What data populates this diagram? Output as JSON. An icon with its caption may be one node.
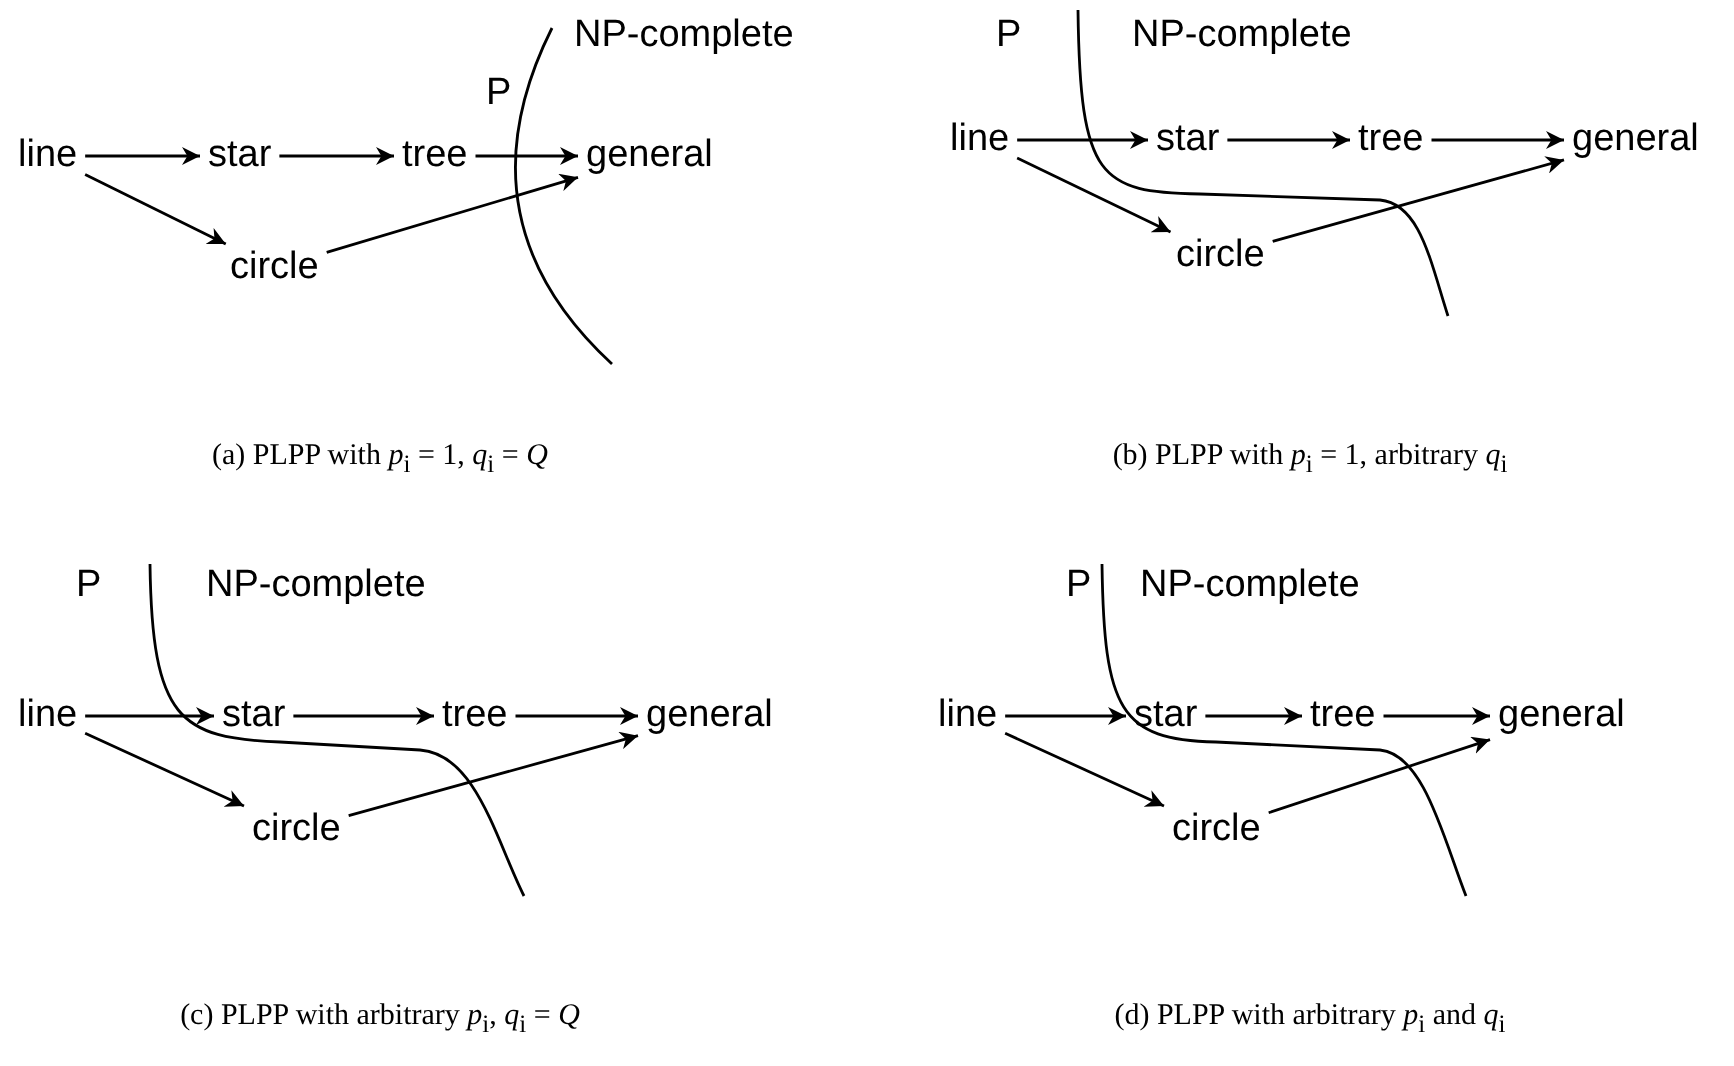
{
  "diagram": {
    "nodes": [
      {
        "text": [
          "line"
        ]
      },
      {
        "text": [
          "star"
        ]
      },
      {
        "text": [
          "tree"
        ]
      },
      {
        "text": [
          "general"
        ]
      },
      {
        "text": [
          "circle"
        ]
      },
      {
        "text": [
          "line"
        ]
      },
      {
        "text": [
          "star"
        ]
      },
      {
        "text": [
          "tree"
        ]
      },
      {
        "text": [
          "general"
        ]
      },
      {
        "text": [
          "circle"
        ]
      },
      {
        "text": [
          "line"
        ]
      },
      {
        "text": [
          "star"
        ]
      },
      {
        "text": [
          "tree"
        ]
      },
      {
        "text": [
          "general"
        ]
      },
      {
        "text": [
          "circle"
        ]
      },
      {
        "text": [
          "line"
        ]
      },
      {
        "text": [
          "star"
        ]
      },
      {
        "text": [
          "tree"
        ]
      },
      {
        "text": [
          "general"
        ]
      },
      {
        "text": [
          "circle"
        ]
      }
    ],
    "edges": [
      {
        "from": 0,
        "to": 1,
        "arrow": "to"
      },
      {
        "from": 1,
        "to": 2,
        "arrow": "to"
      },
      {
        "from": 2,
        "to": 3,
        "arrow": "to"
      },
      {
        "from": 0,
        "to": 4,
        "arrow": "to"
      },
      {
        "from": 4,
        "to": 3,
        "arrow": "to"
      },
      {
        "from": 5,
        "to": 6,
        "arrow": "to"
      },
      {
        "from": 6,
        "to": 7,
        "arrow": "to"
      },
      {
        "from": 7,
        "to": 8,
        "arrow": "to"
      },
      {
        "from": 5,
        "to": 9,
        "arrow": "to"
      },
      {
        "from": 9,
        "to": 8,
        "arrow": "to"
      },
      {
        "from": 10,
        "to": 11,
        "arrow": "to"
      },
      {
        "from": 11,
        "to": 12,
        "arrow": "to"
      },
      {
        "from": 12,
        "to": 13,
        "arrow": "to"
      },
      {
        "from": 10,
        "to": 14,
        "arrow": "to"
      },
      {
        "from": 14,
        "to": 13,
        "arrow": "to"
      },
      {
        "from": 15,
        "to": 16,
        "arrow": "to"
      },
      {
        "from": 16,
        "to": 17,
        "arrow": "to"
      },
      {
        "from": 17,
        "to": 18,
        "arrow": "to"
      },
      {
        "from": 15,
        "to": 19,
        "arrow": "to"
      },
      {
        "from": 19,
        "to": 18,
        "arrow": "to"
      }
    ],
    "labels": [
      "P",
      "NP-complete",
      "P",
      "NP-complete",
      "(a) PLPP with *p*$_{i}$ = 1, *q*$_{i}$ = *Q*",
      "(b) PLPP with *p*$_{i}$ = 1, arbitrary *q*$_{i}$",
      "P",
      "NP-complete",
      "P",
      "NP-complete",
      "(c) PLPP with arbitrary *p*$_{i}$, *q*$_{i}$ = *Q*",
      "(d) PLPP with arbitrary *p*$_{i}$ and *q*$_{i}$"
    ]
  }
}
